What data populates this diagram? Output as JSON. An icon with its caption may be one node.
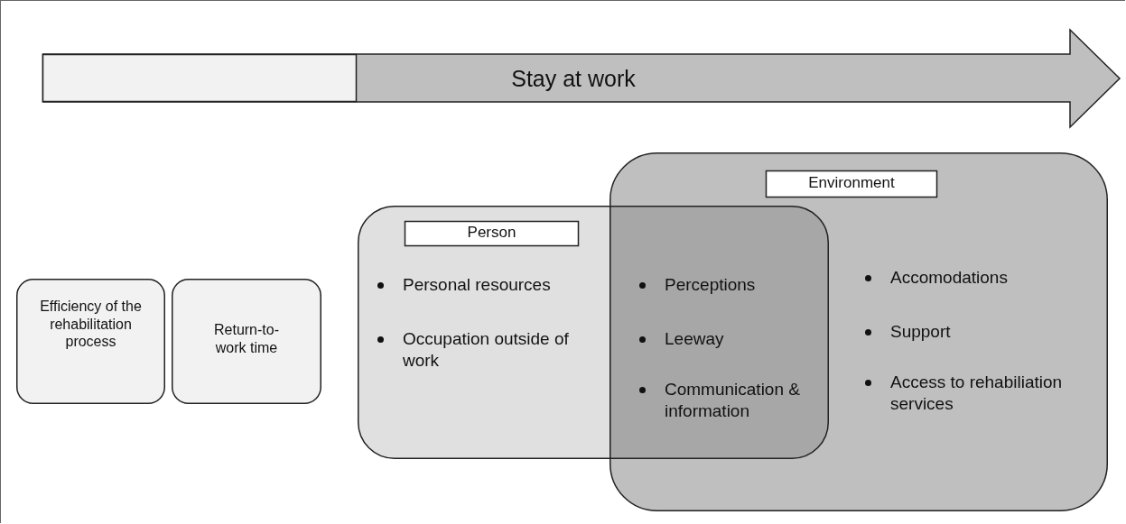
{
  "diagram": {
    "nodes": [
      {
        "text": [
          "Stay at work"
        ]
      },
      {
        "text": [],
        "shape": "box",
        "in": 0
      },
      {
        "text": [
          "Efficiency of the rehabilitation process"
        ]
      },
      {
        "text": [
          "Return-to-work time"
        ]
      },
      {
        "text": [
          "Accomodations",
          "Support",
          "Access to rehabiliation services"
        ]
      },
      {
        "text": [
          "Environment"
        ],
        "in": 4
      },
      {
        "text": [
          "Personal resources",
          "Occupation outside of work"
        ]
      },
      {
        "text": [
          "Person"
        ],
        "in": 6
      }
    ],
    "labels": [
      "Perceptions",
      "Leeway",
      "Communication & information"
    ]
  }
}
